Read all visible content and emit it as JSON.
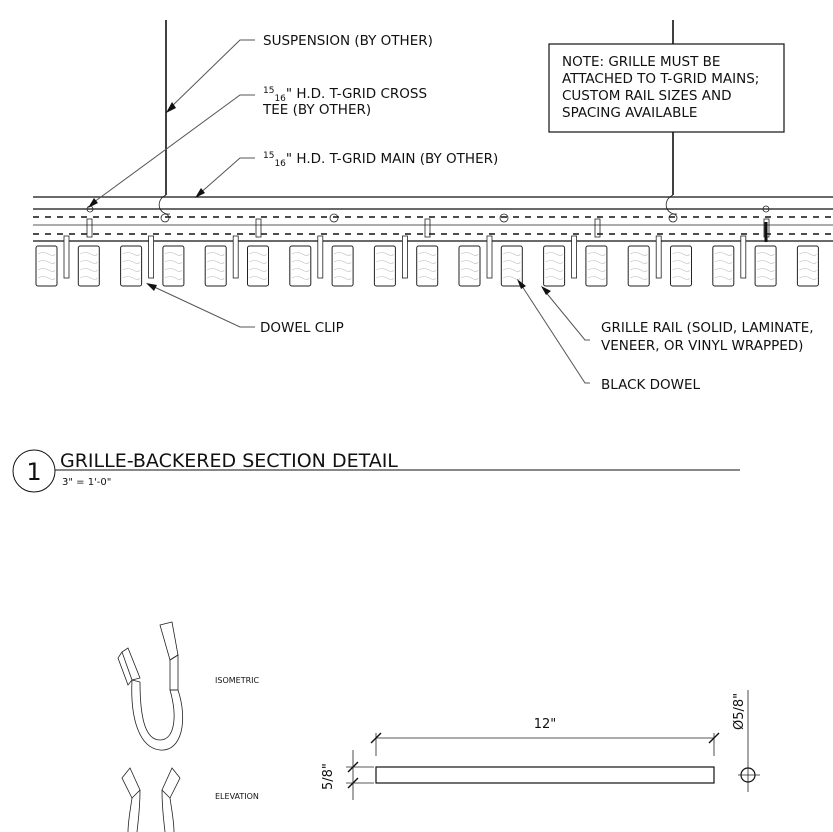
{
  "labels": {
    "suspension": "SUSPENSION (BY OTHER)",
    "cross_tee_sup": "15",
    "cross_tee_sub": "16",
    "cross_tee_line1": "\" H.D. T-GRID CROSS",
    "cross_tee_line2": "TEE (BY OTHER)",
    "main_sup": "15",
    "main_sub": "16",
    "main_text": "\" H.D. T-GRID MAIN (BY OTHER)",
    "note_line1": "NOTE: GRILLE MUST BE",
    "note_line2": "ATTACHED TO T-GRID MAINS;",
    "note_line3": "CUSTOM RAIL SIZES AND",
    "note_line4": "SPACING AVAILABLE",
    "dowel_clip": "DOWEL CLIP",
    "grille_rail_line1": "GRILLE RAIL (SOLID, LAMINATE,",
    "grille_rail_line2": "VENEER, OR VINYL WRAPPED)",
    "black_dowel": "BLACK DOWEL"
  },
  "detail": {
    "number": "1",
    "title": "GRILLE-BACKERED SECTION DETAIL",
    "scale": "3\" = 1'-0\""
  },
  "clip": {
    "isometric_label": "ISOMETRIC",
    "elevation_label": "ELEVATION"
  },
  "dowel_dims": {
    "length": "12\"",
    "thickness": "5/8\"",
    "diameter": "Ø5/8\""
  }
}
